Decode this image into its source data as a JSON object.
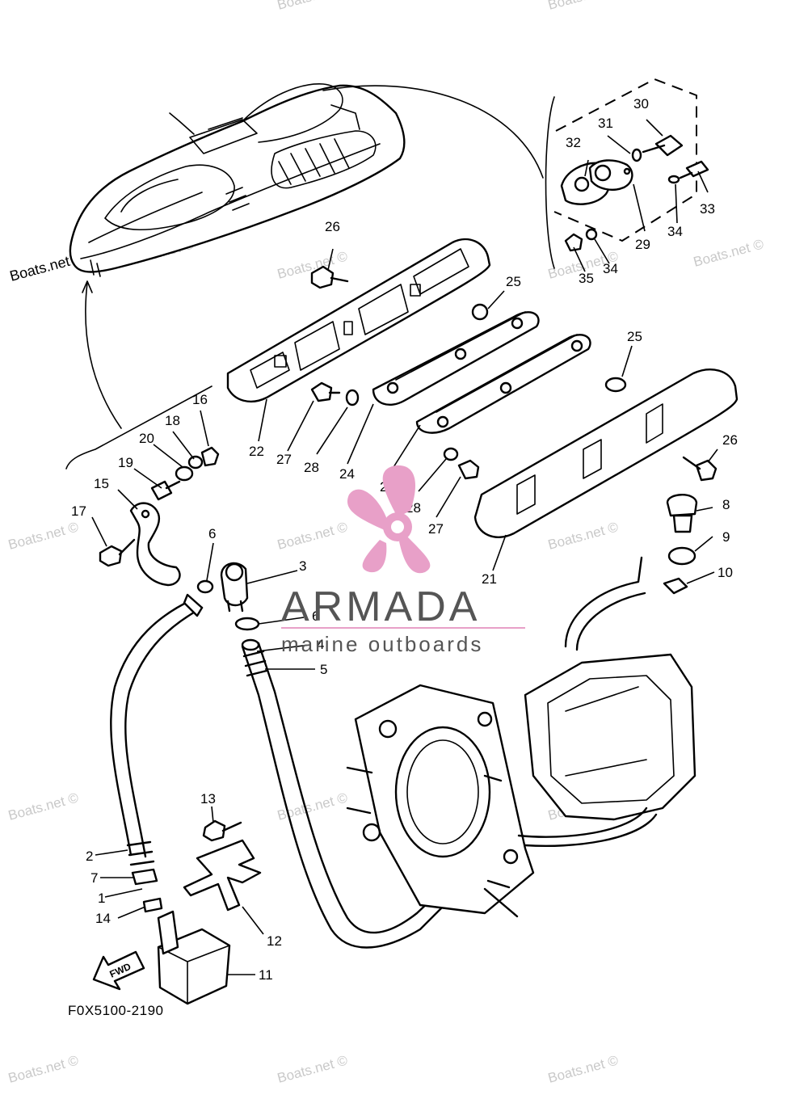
{
  "watermarks": [
    "Boats.net ©",
    "Boats.net ©",
    "Boats.net ©",
    "Boats.net ©",
    "Boats.net ©",
    "Boats.net ©",
    "Boats.net ©",
    "Boats.net ©",
    "Boats.net ©",
    "Boats.net ©",
    "Boats.net ©",
    "Boats.net ©",
    "Boats.net ©",
    "Boats.net ©",
    "Boats.net ©"
  ],
  "source_label": "Boats.net",
  "diagram_code": "F0X5100-2190",
  "fwd_label": "FWD",
  "logo": {
    "name": "ARMADA",
    "tagline": "marine outboards",
    "accent": "#e8a0c8",
    "text_color": "#555555"
  },
  "part_numbers": [
    "1",
    "2",
    "3",
    "4",
    "5",
    "6",
    "6",
    "7",
    "8",
    "9",
    "10",
    "11",
    "12",
    "13",
    "14",
    "15",
    "16",
    "17",
    "18",
    "19",
    "20",
    "21",
    "22",
    "23",
    "24",
    "25",
    "25",
    "26",
    "26",
    "27",
    "27",
    "28",
    "28",
    "29",
    "30",
    "31",
    "32",
    "33",
    "34",
    "34",
    "35"
  ]
}
